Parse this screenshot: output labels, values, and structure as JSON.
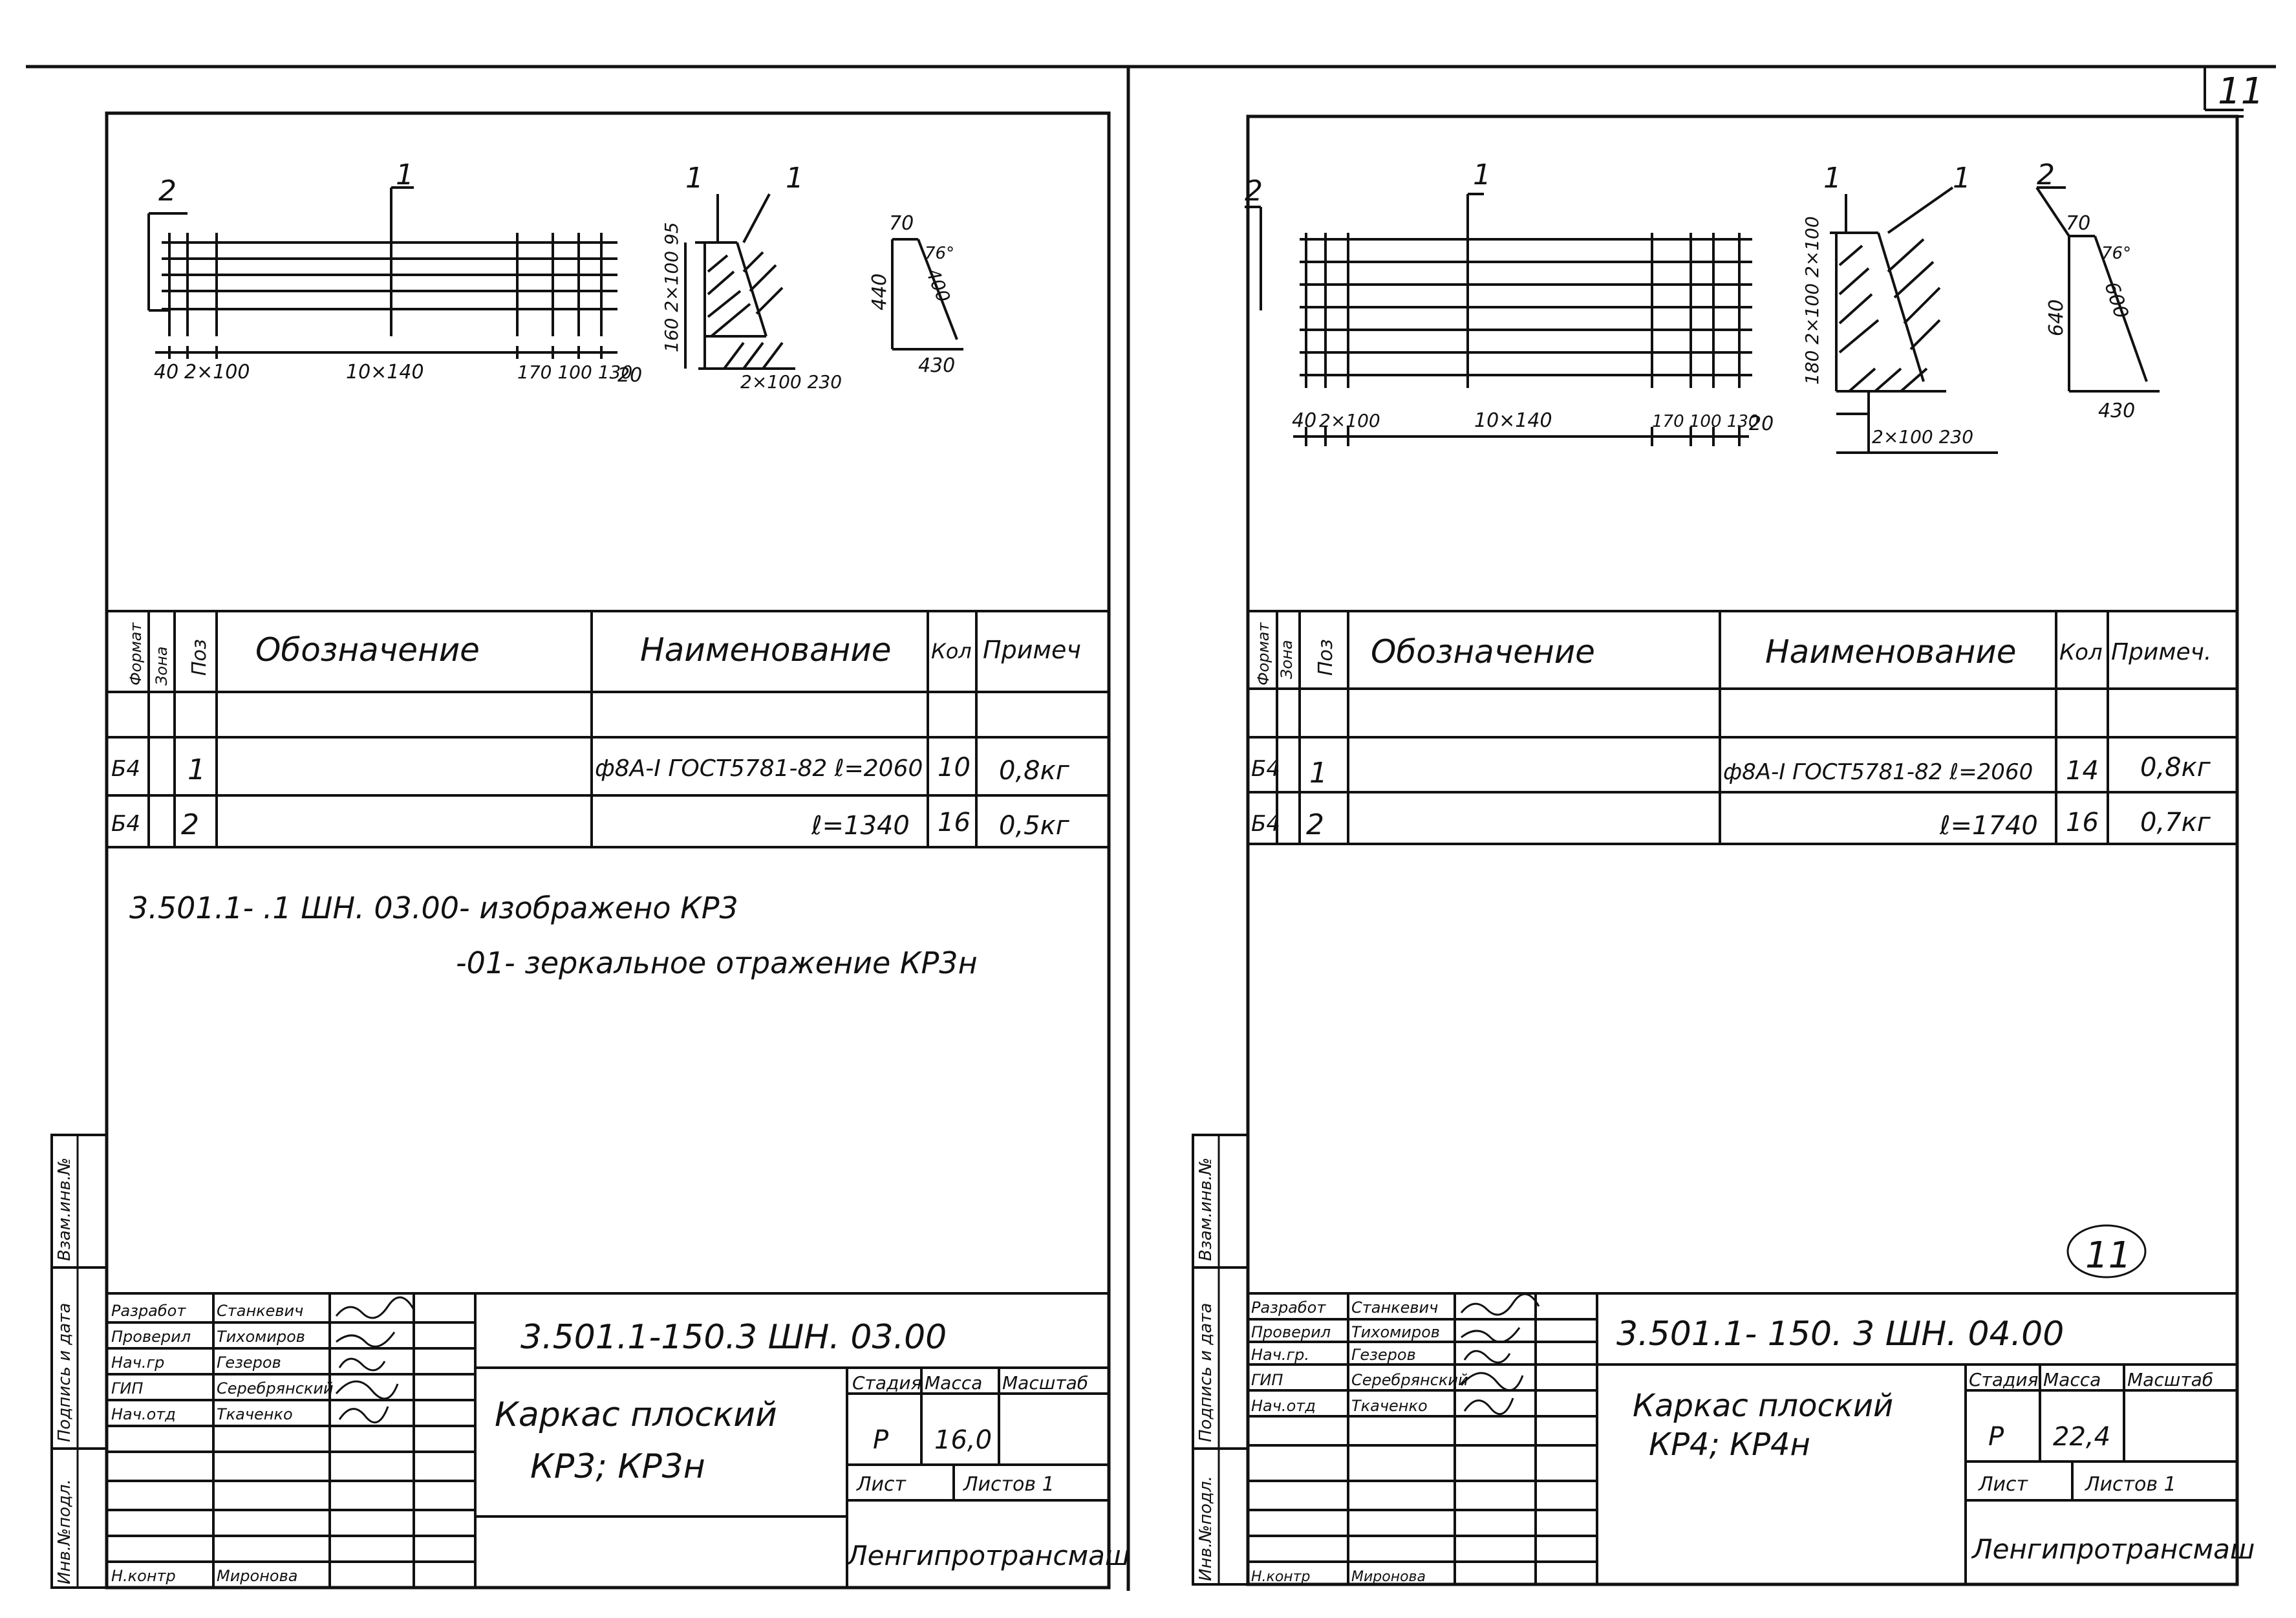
{
  "page_number": "11",
  "stamp_number": "11",
  "side_strip": {
    "vzam": "Взам.инв.№",
    "podpis": "Подпись и дата",
    "inv": "Инв.№подл."
  },
  "sheets": [
    {
      "drawing": {
        "pos_top_left": "2",
        "pos_top_mid": "1",
        "pos_sec1": "1",
        "pos_sec2": "1",
        "dim_40": "40",
        "dim_2x100": "2×100",
        "dim_10x140": "10×140",
        "dim_right": "170 100 130",
        "dim_20": "20",
        "sec_dim_v": "160 2×100 95",
        "sec_dim_h": "2×100 230",
        "hook_70": "70",
        "hook_440": "440",
        "hook_angle": "76°",
        "hook_400": "400",
        "hook_430": "430"
      },
      "spec": {
        "headers": {
          "format": "Формат",
          "zone": "Зона",
          "pos": "Поз",
          "designation": "Обозначение",
          "name": "Наименование",
          "qty": "Кол",
          "note": "Примеч"
        },
        "rows": [
          {
            "format": "Б4",
            "pos": "1",
            "name": "ф8А-I ГОСТ5781-82 ℓ=2060",
            "qty": "10",
            "note": "0,8кг"
          },
          {
            "format": "Б4",
            "pos": "2",
            "name": "ℓ=1340",
            "qty": "16",
            "note": "0,5кг"
          }
        ]
      },
      "notes": [
        "3.501.1-   .1 ШН. 03.00- изображено КР3",
        "-01- зеркальное отражение КР3н"
      ],
      "title_block": {
        "doc_code": "3.501.1-150.3 ШН. 03.00",
        "title_line1": "Каркас плоский",
        "title_line2": "КР3;  КР3н",
        "roles": [
          "Разработ",
          "Проверил",
          "Нач.гр",
          "ГИП",
          "Нач.отд"
        ],
        "names": [
          "Станкевич",
          "Тихомиров",
          "Гезеров",
          "Серебрянский",
          "Ткаченко"
        ],
        "control_role": "Н.контр",
        "control_name": "Миронова",
        "stage_label": "Стадия",
        "mass_label": "Масса",
        "scale_label": "Масштаб",
        "stage": "Р",
        "mass": "16,0",
        "sheet_label": "Лист",
        "sheets_label": "Листов 1",
        "org": "Ленгипротрансмаш"
      }
    },
    {
      "drawing": {
        "pos_top_left": "2",
        "pos_top_mid": "1",
        "pos_sec1": "1",
        "pos_sec2": "1",
        "pos_hook": "2",
        "dim_40": "40",
        "dim_2x100": "2×100",
        "dim_10x140": "10×140",
        "dim_right": "170 100 130",
        "dim_20": "20",
        "sec_dim_v": "180 2×100 2×100",
        "sec_dim_h": "2×100 230",
        "hook_70": "70",
        "hook_440": "640",
        "hook_angle": "76°",
        "hook_400": "600",
        "hook_430": "430"
      },
      "spec": {
        "headers": {
          "format": "Формат",
          "zone": "Зона",
          "pos": "Поз",
          "designation": "Обозначение",
          "name": "Наименование",
          "qty": "Кол",
          "note": "Примеч."
        },
        "rows": [
          {
            "format": "Б4",
            "pos": "1",
            "name": "ф8А-I ГОСТ5781-82 ℓ=2060",
            "qty": "14",
            "note": "0,8кг"
          },
          {
            "format": "Б4",
            "pos": "2",
            "name": "ℓ=1740",
            "qty": "16",
            "note": "0,7кг"
          }
        ]
      },
      "title_block": {
        "doc_code": "3.501.1- 150. 3 ШН. 04.00",
        "title_line1": "Каркас плоский",
        "title_line2": "КР4;  КР4н",
        "roles": [
          "Разработ",
          "Проверил",
          "Нач.гр.",
          "ГИП",
          "Нач.отд"
        ],
        "names": [
          "Станкевич",
          "Тихомиров",
          "Гезеров",
          "Серебрянский",
          "Ткаченко"
        ],
        "control_role": "Н.контр",
        "control_name": "Миронова",
        "stage_label": "Стадия",
        "mass_label": "Масса",
        "scale_label": "Масштаб",
        "stage": "Р",
        "mass": "22,4",
        "sheet_label": "Лист",
        "sheets_label": "Листов 1",
        "org": "Ленгипротрансмаш"
      }
    }
  ]
}
